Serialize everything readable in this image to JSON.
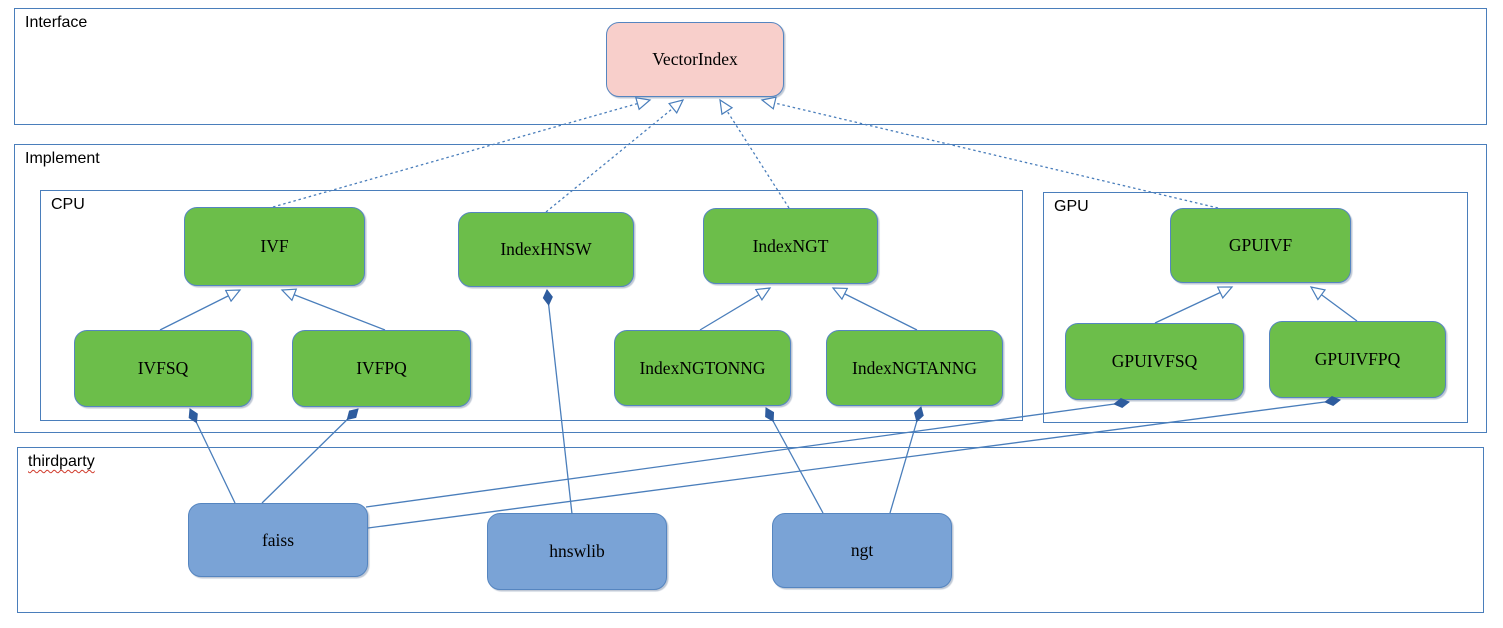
{
  "diagram": {
    "title_hint": "VectorIndex class hierarchy diagram",
    "sections": {
      "interface": "Interface",
      "implement": "Implement",
      "cpu": "CPU",
      "gpu": "GPU",
      "thirdparty": "thirdparty"
    },
    "nodes": {
      "vectorindex": "VectorIndex",
      "ivf": "IVF",
      "indexhnsw": "IndexHNSW",
      "indexngt": "IndexNGT",
      "gpuivf": "GPUIVF",
      "ivfsq": "IVFSQ",
      "ivfpq": "IVFPQ",
      "indexngtonng": "IndexNGTONNG",
      "indexngtanng": "IndexNGTANNG",
      "gpuivfsq": "GPUIVFSQ",
      "gpuivfpq": "GPUIVFPQ",
      "faiss": "faiss",
      "hnswlib": "hnswlib",
      "ngt": "ngt"
    },
    "edges": [
      {
        "from": "IVF",
        "to": "VectorIndex",
        "type": "realization-dotted-hollow-arrow"
      },
      {
        "from": "IndexHNSW",
        "to": "VectorIndex",
        "type": "realization-dotted-hollow-arrow"
      },
      {
        "from": "IndexNGT",
        "to": "VectorIndex",
        "type": "realization-dotted-hollow-arrow"
      },
      {
        "from": "GPUIVF",
        "to": "VectorIndex",
        "type": "realization-dotted-hollow-arrow"
      },
      {
        "from": "IVFSQ",
        "to": "IVF",
        "type": "generalization-hollow-arrow"
      },
      {
        "from": "IVFPQ",
        "to": "IVF",
        "type": "generalization-hollow-arrow"
      },
      {
        "from": "IndexNGTONNG",
        "to": "IndexNGT",
        "type": "generalization-hollow-arrow"
      },
      {
        "from": "IndexNGTANNG",
        "to": "IndexNGT",
        "type": "generalization-hollow-arrow"
      },
      {
        "from": "GPUIVFSQ",
        "to": "GPUIVF",
        "type": "generalization-hollow-arrow"
      },
      {
        "from": "GPUIVFPQ",
        "to": "GPUIVF",
        "type": "generalization-hollow-arrow"
      },
      {
        "from": "faiss",
        "to": "IVFSQ",
        "type": "composition-filled-diamond"
      },
      {
        "from": "faiss",
        "to": "IVFPQ",
        "type": "composition-filled-diamond"
      },
      {
        "from": "faiss",
        "to": "GPUIVFSQ",
        "type": "composition-filled-diamond"
      },
      {
        "from": "faiss",
        "to": "GPUIVFPQ",
        "type": "composition-filled-diamond"
      },
      {
        "from": "hnswlib",
        "to": "IndexHNSW",
        "type": "composition-filled-diamond"
      },
      {
        "from": "ngt",
        "to": "IndexNGTONNG",
        "type": "composition-filled-diamond"
      },
      {
        "from": "ngt",
        "to": "IndexNGTANNG",
        "type": "composition-filled-diamond"
      }
    ],
    "colors": {
      "interface_node_fill": "#f8cfcb",
      "implement_node_fill": "#6cbe4a",
      "thirdparty_node_fill": "#7aa3d6",
      "line": "#4a7ebb",
      "diamond_fill": "#2e5c9e",
      "squiggle_underline": "#d03a2b"
    }
  }
}
